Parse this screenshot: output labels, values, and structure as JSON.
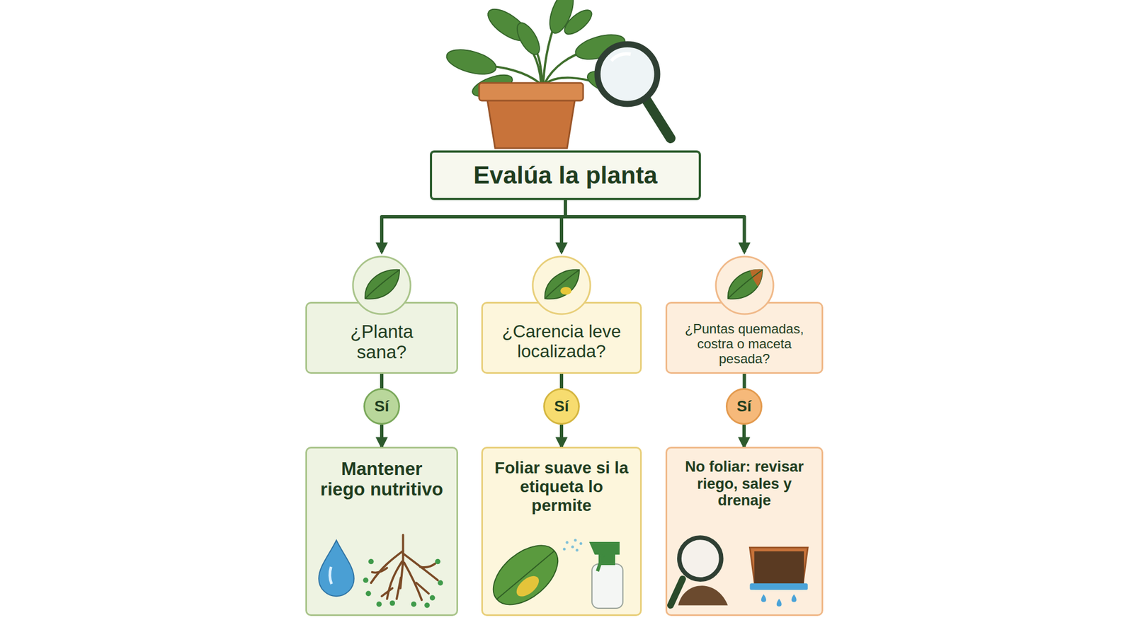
{
  "diagram": {
    "nodes": [
      {
        "text": [
          "Evalúa la planta"
        ]
      },
      {
        "text": [
          "¿Planta sana?"
        ]
      },
      {
        "text": [
          "¿Carencia leve localizada?"
        ]
      },
      {
        "text": [
          "¿Puntas quemadas, costra o maceta pesada?"
        ]
      },
      {
        "text": [
          "Sí"
        ]
      },
      {
        "text": [
          "Sí"
        ]
      },
      {
        "text": [
          "Sí"
        ]
      },
      {
        "text": [
          "Mantener riego nutritivo"
        ]
      },
      {
        "text": [
          "Foliar suave si la etiqueta lo permite"
        ]
      },
      {
        "text": [
          "No foliar: revisar riego, sales y drenaje"
        ]
      }
    ],
    "edges": [
      {
        "from": 0,
        "to": 1,
        "arrow": "to"
      },
      {
        "from": 0,
        "to": 2,
        "arrow": "to"
      },
      {
        "from": 0,
        "to": 3,
        "arrow": "to"
      },
      {
        "from": 1,
        "to": 4,
        "arrow": "none"
      },
      {
        "from": 4,
        "to": 7,
        "arrow": "to"
      },
      {
        "from": 2,
        "to": 5,
        "arrow": "none"
      },
      {
        "from": 5,
        "to": 8,
        "arrow": "to"
      },
      {
        "from": 3,
        "to": 6,
        "arrow": "none"
      },
      {
        "from": 6,
        "to": 9,
        "arrow": "to"
      }
    ]
  }
}
